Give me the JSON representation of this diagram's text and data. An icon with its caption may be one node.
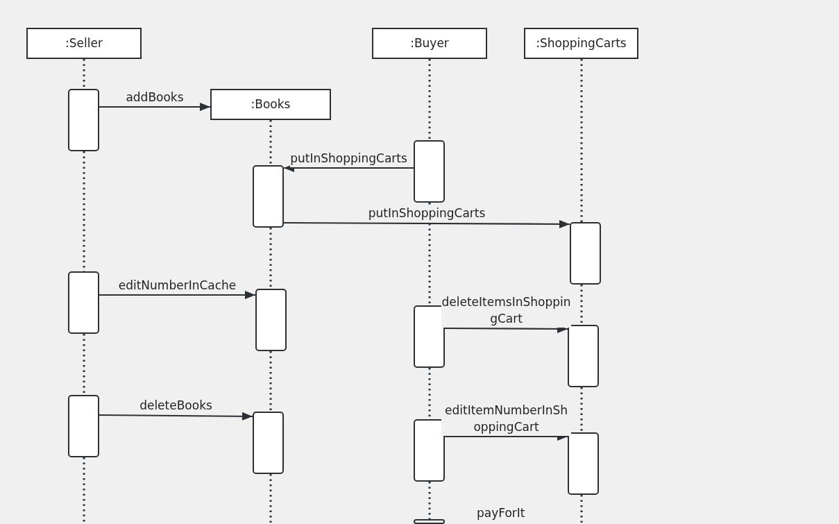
{
  "diagram": {
    "nodes": [
      {
        "text": [
          ":Seller"
        ]
      },
      {
        "text": [
          ":Buyer"
        ]
      },
      {
        "text": [
          ":ShoppingCarts"
        ]
      },
      {
        "text": [],
        "shape": "box"
      },
      {
        "text": [
          ":Books"
        ]
      },
      {
        "text": [],
        "shape": "box"
      },
      {
        "text": [],
        "shape": "box"
      },
      {
        "text": [],
        "shape": "box"
      },
      {
        "text": [],
        "shape": "box"
      },
      {
        "text": [],
        "shape": "box"
      },
      {
        "text": [],
        "shape": "box"
      },
      {
        "text": [],
        "shape": "box"
      },
      {
        "text": [],
        "shape": "box"
      },
      {
        "text": [],
        "shape": "box"
      },
      {
        "text": [],
        "shape": "box"
      },
      {
        "text": [],
        "shape": "box"
      },
      {
        "text": [],
        "shape": "box"
      }
    ],
    "edges": [
      {
        "from": 3,
        "to": 4,
        "label": "addBooks",
        "arrow": "to"
      },
      {
        "from": 5,
        "to": 6,
        "label": "putInShoppingCarts",
        "arrow": "to"
      },
      {
        "from": 6,
        "to": 7,
        "label": "putInShoppingCarts",
        "arrow": "to"
      },
      {
        "from": 8,
        "to": 9,
        "label": "editNumberInCache",
        "arrow": "to"
      },
      {
        "from": 10,
        "to": 11,
        "label": "deleteItemsInShoppingCart",
        "arrow": "to"
      },
      {
        "from": 12,
        "to": 13,
        "label": "deleteBooks",
        "arrow": "to"
      },
      {
        "from": 14,
        "to": 15,
        "label": "editItemNumberInShoppingCart",
        "arrow": "to"
      },
      {
        "from": 0,
        "to": 3,
        "arrow": "none",
        "style": "dashed"
      },
      {
        "from": 3,
        "to": 8,
        "arrow": "none",
        "style": "dashed"
      },
      {
        "from": 8,
        "to": 12,
        "arrow": "none",
        "style": "dashed"
      },
      {
        "from": 12,
        "to": null,
        "arrow": "none",
        "style": "dashed"
      },
      {
        "from": 4,
        "to": 6,
        "arrow": "none",
        "style": "dashed"
      },
      {
        "from": 6,
        "to": 9,
        "arrow": "none",
        "style": "dashed"
      },
      {
        "from": 9,
        "to": 13,
        "arrow": "none",
        "style": "dashed"
      },
      {
        "from": 13,
        "to": null,
        "arrow": "none",
        "style": "dashed"
      },
      {
        "from": 1,
        "to": 5,
        "arrow": "none",
        "style": "dashed"
      },
      {
        "from": 5,
        "to": 10,
        "arrow": "none",
        "style": "dashed"
      },
      {
        "from": 10,
        "to": 14,
        "arrow": "none",
        "style": "dashed"
      },
      {
        "from": 14,
        "to": 16,
        "arrow": "none",
        "style": "dashed"
      },
      {
        "from": 2,
        "to": 7,
        "arrow": "none",
        "style": "dashed"
      },
      {
        "from": 7,
        "to": 11,
        "arrow": "none",
        "style": "dashed"
      },
      {
        "from": 11,
        "to": 15,
        "arrow": "none",
        "style": "dashed"
      },
      {
        "from": 15,
        "to": null,
        "arrow": "none",
        "style": "dashed"
      }
    ],
    "labels": [
      "payForIt"
    ]
  }
}
